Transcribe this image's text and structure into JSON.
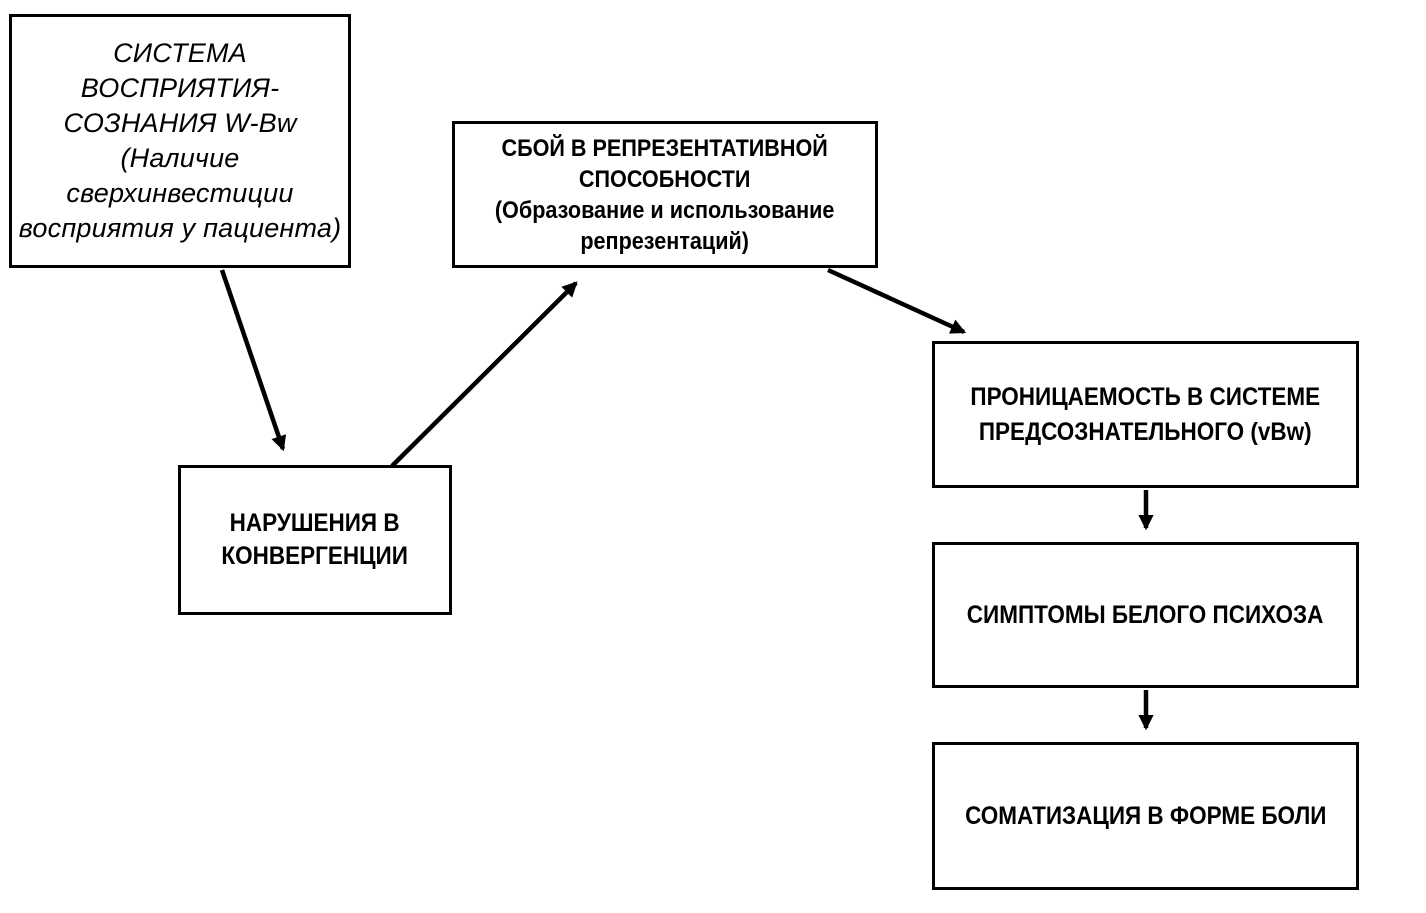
{
  "diagram": {
    "title": "Flowchart: perception-consciousness system failure leading to somatization in the form of pain",
    "colors": {
      "background": "#ffffff",
      "box_border": "#000000",
      "text": "#000000",
      "arrow": "#000000"
    },
    "nodes": [
      {
        "id": "system-w-bw",
        "style": "italic",
        "lines": [
          "СИСТЕМА",
          "ВОСПРИЯТИЯ-",
          "СОЗНАНИЯ W-Bw",
          "(Наличие",
          "сверхинвестиции",
          "восприятия у пациента)"
        ],
        "text": "СИСТЕМА ВОСПРИЯТИЯ-СОЗНАНИЯ W-Bw (Наличие сверхинвестиции восприятия у пациента)"
      },
      {
        "id": "representation-failure",
        "style": "bold",
        "lines": [
          "СБОЙ В РЕПРЕЗЕНТАТИВНОЙ",
          "СПОСОБНОСТИ",
          "(Образование и использование",
          "репрезентаций)"
        ],
        "text": "СБОЙ В РЕПРЕЗЕНТАТИВНОЙ СПОСОБНОСТИ (Образование и использование репрезентаций)"
      },
      {
        "id": "convergence-disturbance",
        "style": "bold",
        "lines": [
          "НАРУШЕНИЯ В",
          "КОНВЕРГЕНЦИИ"
        ],
        "text": "НАРУШЕНИЯ В КОНВЕРГЕНЦИИ"
      },
      {
        "id": "preconscious-permeability",
        "style": "bold",
        "lines": [
          "ПРОНИЦАЕМОСТЬ В СИСТЕМЕ",
          "ПРЕДСОЗНАТЕЛЬНОГО (vBw)"
        ],
        "text": "ПРОНИЦАЕМОСТЬ В СИСТЕМЕ ПРЕДСОЗНАТЕЛЬНОГО (vBw)"
      },
      {
        "id": "white-psychosis-symptoms",
        "style": "bold",
        "lines": [
          "СИМПТОМЫ БЕЛОГО ПСИХОЗА"
        ],
        "text": "СИМПТОМЫ БЕЛОГО ПСИХОЗА"
      },
      {
        "id": "pain-somatization",
        "style": "bold",
        "lines": [
          "СОМАТИЗАЦИЯ В ФОРМЕ БОЛИ"
        ],
        "text": "СОМАТИЗАЦИЯ В ФОРМЕ БОЛИ"
      }
    ],
    "edges": [
      {
        "from": "system-w-bw",
        "to": "convergence-disturbance"
      },
      {
        "from": "convergence-disturbance",
        "to": "representation-failure"
      },
      {
        "from": "representation-failure",
        "to": "preconscious-permeability"
      },
      {
        "from": "preconscious-permeability",
        "to": "white-psychosis-symptoms"
      },
      {
        "from": "white-psychosis-symptoms",
        "to": "pain-somatization"
      }
    ]
  }
}
